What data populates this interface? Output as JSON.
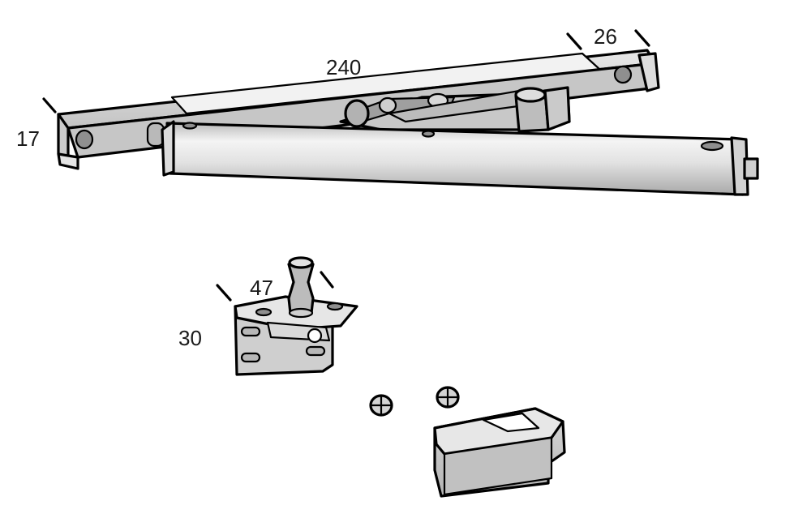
{
  "dimensions": {
    "arm_length": "240",
    "arm_width": "26",
    "arm_height": "17",
    "bracket_width": "47",
    "bracket_height": "30"
  },
  "colors": {
    "outline": "#000000",
    "metal_light": "#ececec",
    "metal_mid": "#cfcfcf",
    "metal_dark": "#a8a8a8",
    "background": "#ffffff"
  },
  "parts": [
    "slide-arm",
    "closer-body",
    "mounting-bracket",
    "screw",
    "screw",
    "end-cap"
  ]
}
